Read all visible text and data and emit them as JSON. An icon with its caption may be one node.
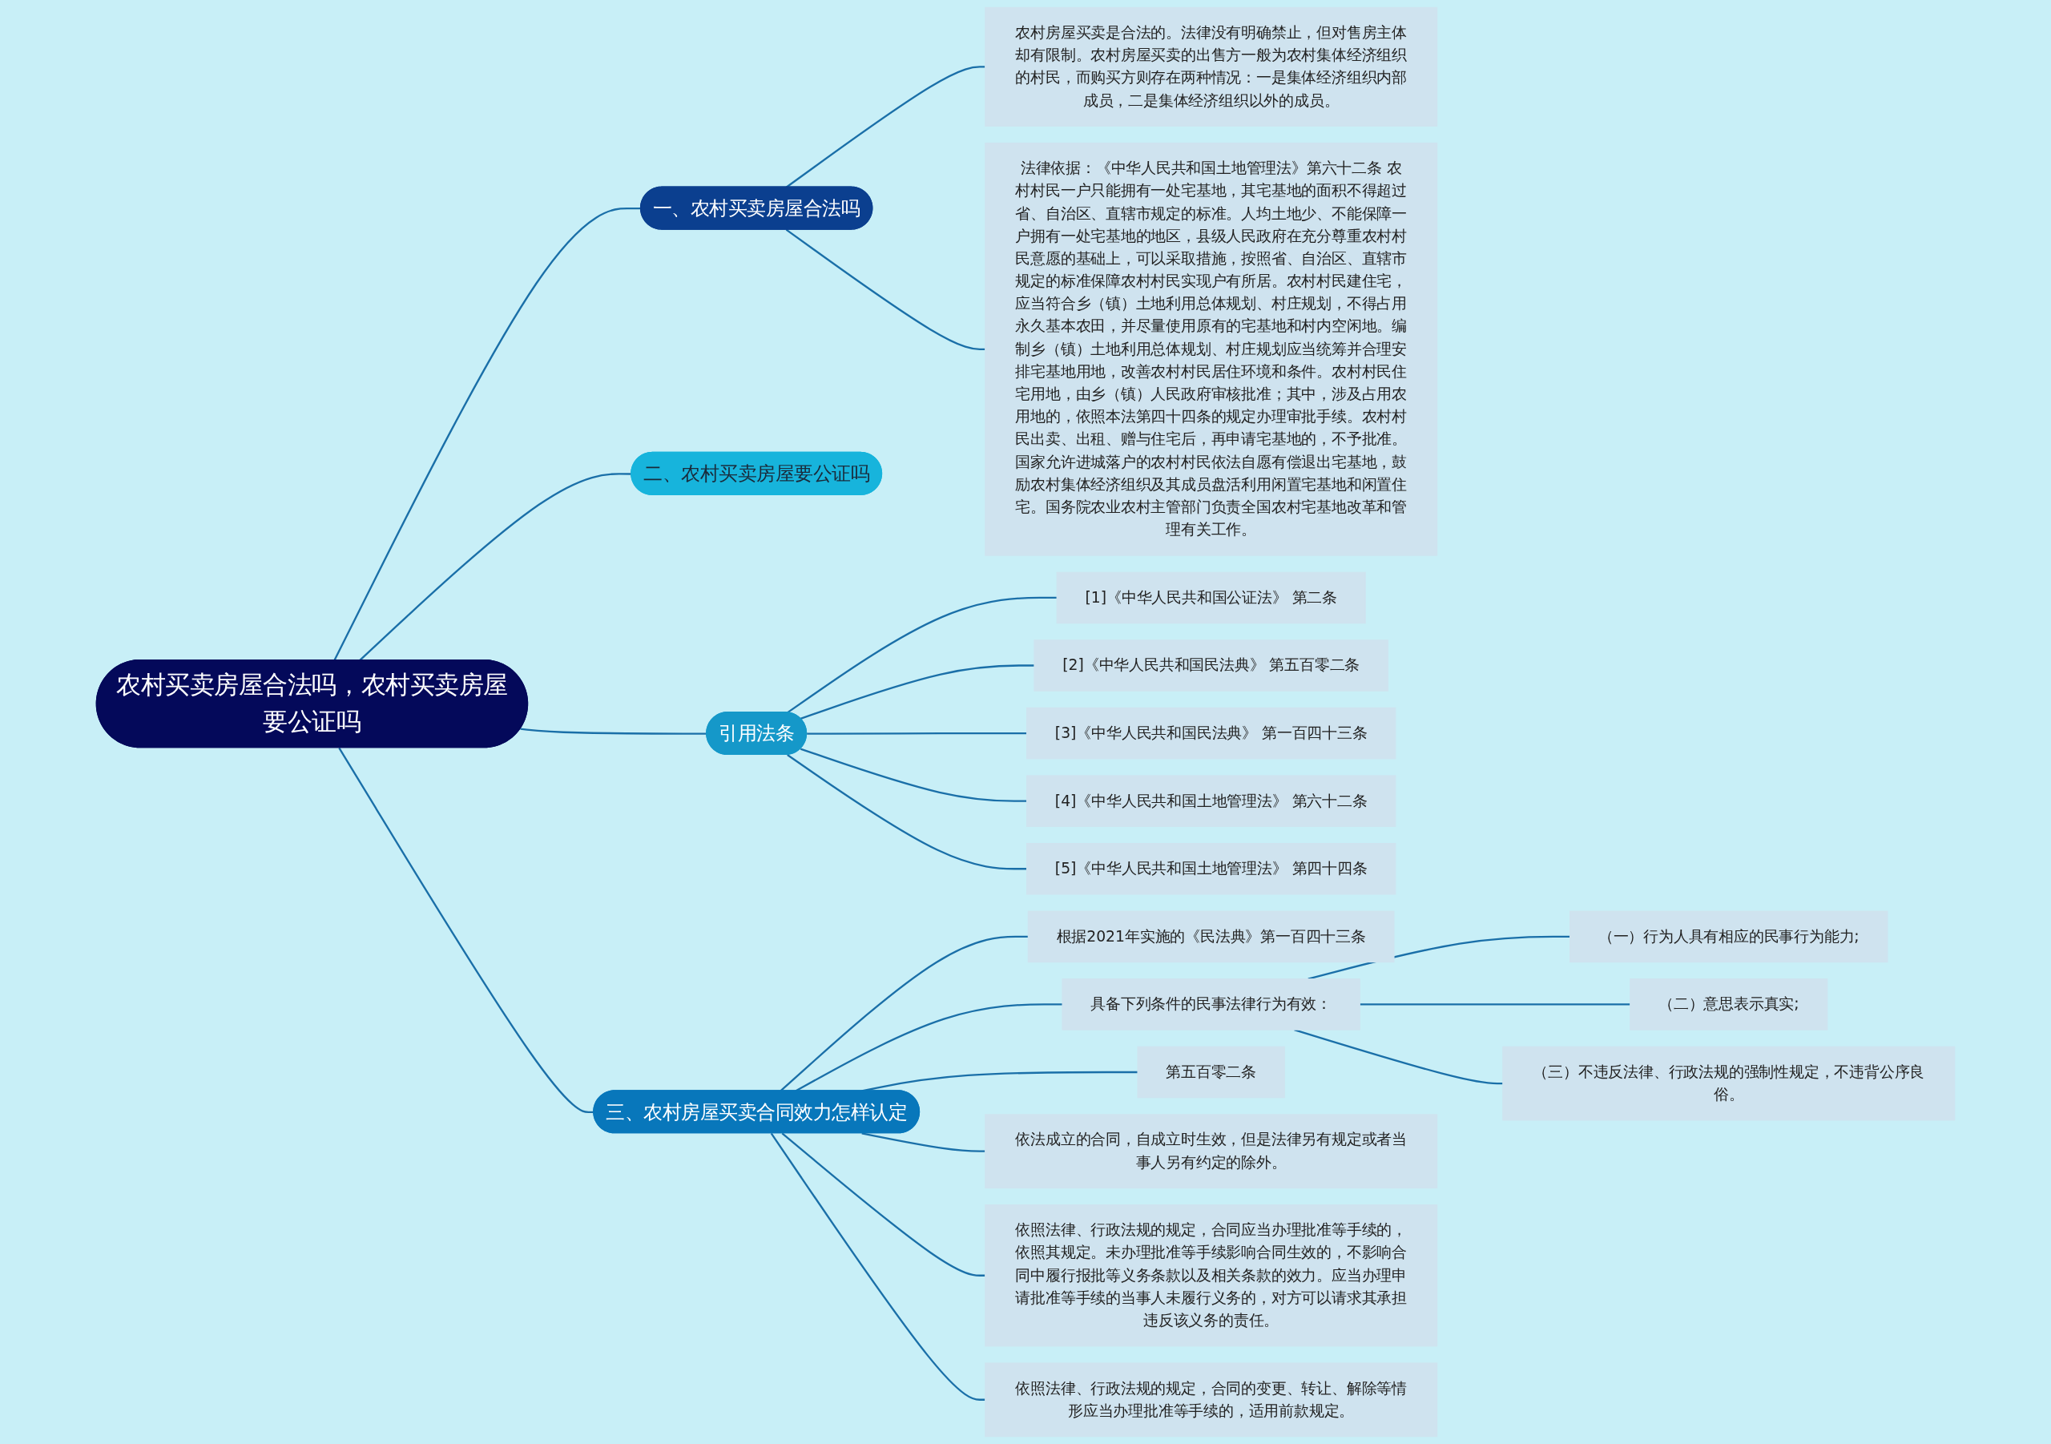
{
  "diagram": {
    "nodes": [
      {
        "text": [
          "农村买卖房屋合法吗，农村买卖房屋要公证吗"
        ]
      },
      {
        "text": [
          "一、农村买卖房屋合法吗"
        ]
      },
      {
        "text": [
          "农村房屋买卖是合法的。法律没有明确禁止，但对售房主体却有限制。农村房屋买卖的出售方一般为农村集体经济组织的村民，而购买方则存在两种情况：一是集体经济组织内部成员，二是集体经济组织以外的成员。"
        ]
      },
      {
        "text": [
          "法律依据：《中华人民共和国土地管理法》第六十二条 农村村民一户只能拥有一处宅基地，其宅基地的面积不得超过省、自治区、直辖市规定的标准。人均土地少、不能保障一户拥有一处宅基地的地区，县级人民政府在充分尊重农村村民意愿的基础上，可以采取措施，按照省、自治区、直辖市规定的标准保障农村村民实现户有所居。农村村民建住宅，应当符合乡（镇）土地利用总体规划、村庄规划，不得占用永久基本农田，并尽量使用原有的宅基地和村内空闲地。编制乡（镇）土地利用总体规划、村庄规划应当统筹并合理安排宅基地用地，改善农村村民居住环境和条件。农村村民住宅用地，由乡（镇）人民政府审核批准；其中，涉及占用农用地的，依照本法第四十四条的规定办理审批手续。农村村民出卖、出租、赠与住宅后，再申请宅基地的，不予批准。国家允许进城落户的农村村民依法自愿有偿退出宅基地，鼓励农村集体经济组织及其成员盘活利用闲置宅基地和闲置住宅。国务院农业农村主管部门负责全国农村宅基地改革和管理有关工作。"
        ]
      },
      {
        "text": [
          "二、农村买卖房屋要公证吗"
        ]
      },
      {
        "text": [
          "引用法条"
        ]
      },
      {
        "text": [
          "[1]《中华人民共和国公证法》 第二条"
        ]
      },
      {
        "text": [
          "[2]《中华人民共和国民法典》 第五百零二条"
        ]
      },
      {
        "text": [
          "[3]《中华人民共和国民法典》 第一百四十三条"
        ]
      },
      {
        "text": [
          "[4]《中华人民共和国土地管理法》 第六十二条"
        ]
      },
      {
        "text": [
          "[5]《中华人民共和国土地管理法》 第四十四条"
        ]
      },
      {
        "text": [
          "三、农村房屋买卖合同效力怎样认定"
        ]
      },
      {
        "text": [
          "根据2021年实施的《民法典》第一百四十三条"
        ]
      },
      {
        "text": [
          "具备下列条件的民事法律行为有效："
        ]
      },
      {
        "text": [
          "（一）行为人具有相应的民事行为能力;"
        ]
      },
      {
        "text": [
          "（二）意思表示真实;"
        ]
      },
      {
        "text": [
          "（三）不违反法律、行政法规的强制性规定，不违背公序良俗。"
        ]
      },
      {
        "text": [
          "第五百零二条"
        ]
      },
      {
        "text": [
          "依法成立的合同，自成立时生效，但是法律另有规定或者当事人另有约定的除外。"
        ]
      },
      {
        "text": [
          "依照法律、行政法规的规定，合同应当办理批准等手续的，依照其规定。未办理批准等手续影响合同生效的，不影响合同中履行报批等义务条款以及相关条款的效力。应当办理申请批准等手续的当事人未履行义务的，对方可以请求其承担违反该义务的责任。"
        ]
      },
      {
        "text": [
          "依照法律、行政法规的规定，合同的变更、转让、解除等情形应当办理批准等手续的，适用前款规定。"
        ]
      }
    ],
    "edges": [
      {
        "from": 0,
        "to": 1,
        "arrow": "none"
      },
      {
        "from": 1,
        "to": 2,
        "arrow": "none"
      },
      {
        "from": 1,
        "to": 3,
        "arrow": "none"
      },
      {
        "from": 0,
        "to": 4,
        "arrow": "none"
      },
      {
        "from": 0,
        "to": 5,
        "arrow": "none"
      },
      {
        "from": 5,
        "to": 6,
        "arrow": "none"
      },
      {
        "from": 5,
        "to": 7,
        "arrow": "none"
      },
      {
        "from": 5,
        "to": 8,
        "arrow": "none"
      },
      {
        "from": 5,
        "to": 9,
        "arrow": "none"
      },
      {
        "from": 5,
        "to": 10,
        "arrow": "none"
      },
      {
        "from": 0,
        "to": 11,
        "arrow": "none"
      },
      {
        "from": 11,
        "to": 12,
        "arrow": "none"
      },
      {
        "from": 11,
        "to": 13,
        "arrow": "none"
      },
      {
        "from": 13,
        "to": 14,
        "arrow": "none"
      },
      {
        "from": 13,
        "to": 15,
        "arrow": "none"
      },
      {
        "from": 13,
        "to": 16,
        "arrow": "none"
      },
      {
        "from": 11,
        "to": 17,
        "arrow": "none"
      },
      {
        "from": 11,
        "to": 18,
        "arrow": "none"
      },
      {
        "from": 11,
        "to": 19,
        "arrow": "none"
      },
      {
        "from": 11,
        "to": 20,
        "arrow": "none"
      }
    ]
  }
}
